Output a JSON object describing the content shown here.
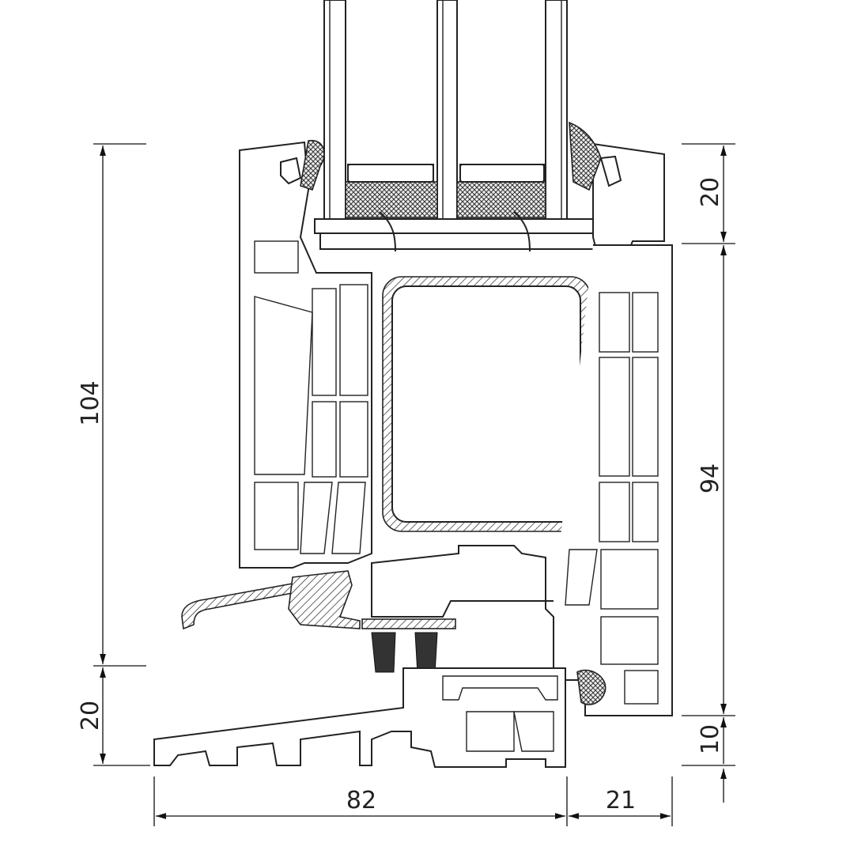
{
  "drawing": {
    "title": "Window frame cross-section",
    "dimensions": {
      "overall_height": "104",
      "sash_top_overlap": "20",
      "frame_height": "94",
      "bottom_height_left": "20",
      "bottom_offset_right": "10",
      "frame_width": "82",
      "frame_extension": "21"
    }
  }
}
